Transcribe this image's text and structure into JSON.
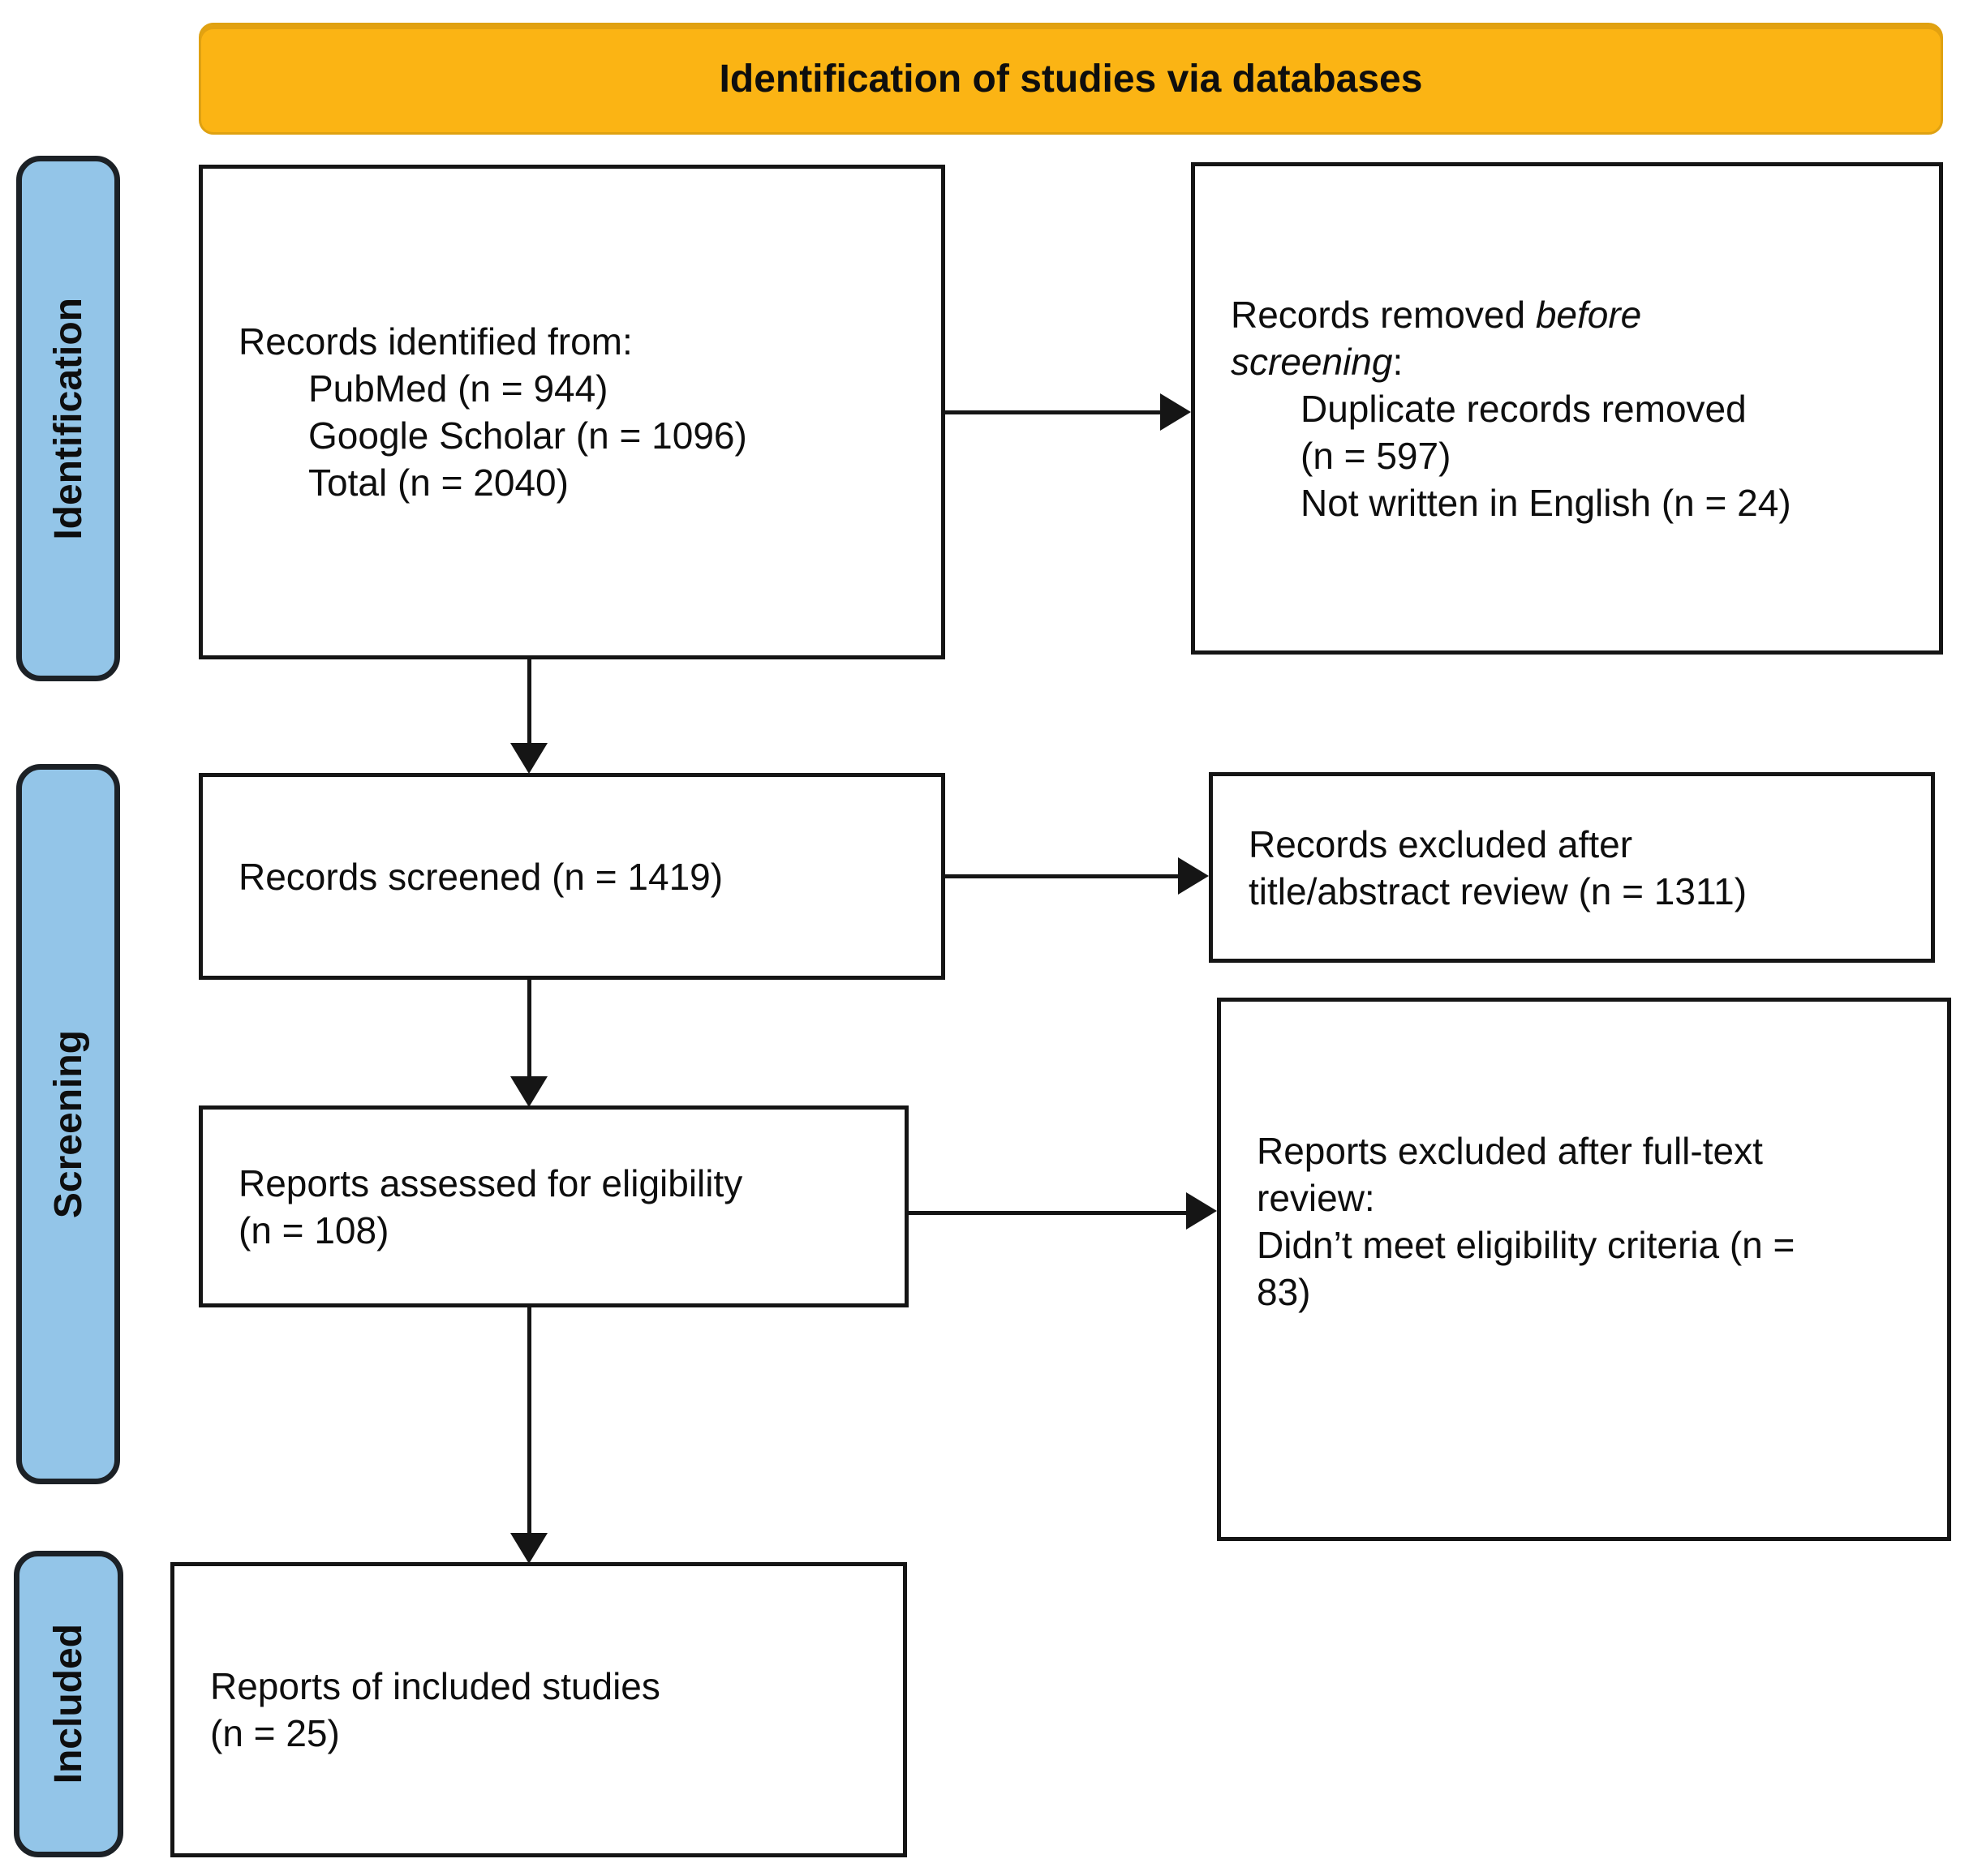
{
  "banner": {
    "title": "Identification of studies via databases",
    "bg_color": "#FBB414"
  },
  "stages": {
    "color": "#93C5E8",
    "items": [
      {
        "label": "Identification"
      },
      {
        "label": "Screening"
      },
      {
        "label": "Included"
      }
    ]
  },
  "boxes": {
    "records_identified": {
      "intro": "Records identified from:",
      "items": [
        "PubMed (n = 944)",
        "Google Scholar (n = 1096)",
        "Total (n = 2040)"
      ]
    },
    "records_removed": {
      "intro_start": "Records removed ",
      "intro_italic_line1": "before",
      "intro_italic_line2": "screening",
      "intro_end": ":",
      "items": [
        "Duplicate records removed",
        "(n = 597)",
        "Not written in English (n = 24)"
      ]
    },
    "records_screened": {
      "text": "Records screened (n = 1419)"
    },
    "records_excluded": {
      "lines": [
        "Records excluded after",
        "title/abstract review (n = 1311)"
      ]
    },
    "reports_assessed": {
      "lines": [
        "Reports assessed for eligibility",
        "(n = 108)"
      ]
    },
    "reports_excluded_fulltext": {
      "lines": [
        "Reports excluded after full-text",
        "review:",
        "Didn’t meet eligibility criteria (n =",
        "83)"
      ]
    },
    "reports_included": {
      "lines": [
        "Reports of included studies",
        "(n = 25)"
      ]
    }
  }
}
